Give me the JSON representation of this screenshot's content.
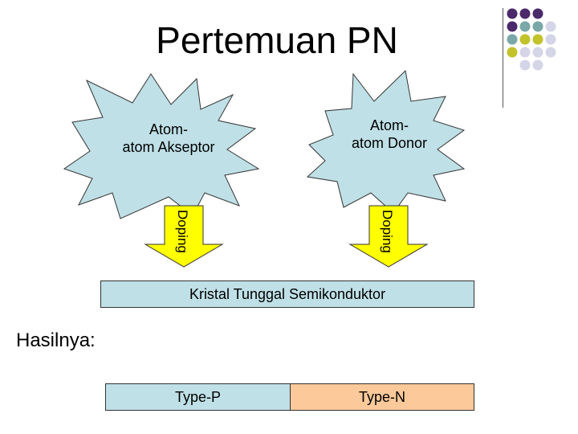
{
  "title": "Pertemuan PN",
  "shapes": {
    "acceptor": {
      "line1": "Atom-",
      "line2": "atom Akseptor"
    },
    "donor": {
      "line1": "Atom-",
      "line2": "atom Donor"
    }
  },
  "arrows": {
    "left_label": "Doping",
    "right_label": "Doping"
  },
  "crystal_label": "Kristal Tunggal Semikonduktor",
  "result_label": "Hasilnya:",
  "result_bars": {
    "p_label": "Type-P",
    "n_label": "Type-N"
  },
  "colors": {
    "star_fill": "#bfe0e6",
    "arrow_fill": "#ffff00",
    "p_fill": "#bfe0e6",
    "n_fill": "#fcc99a",
    "dot_purple": "#4b2a6b",
    "dot_teal": "#7aa7a8",
    "dot_olive": "#c2c22a",
    "dot_lilac": "#d5d5e8"
  }
}
